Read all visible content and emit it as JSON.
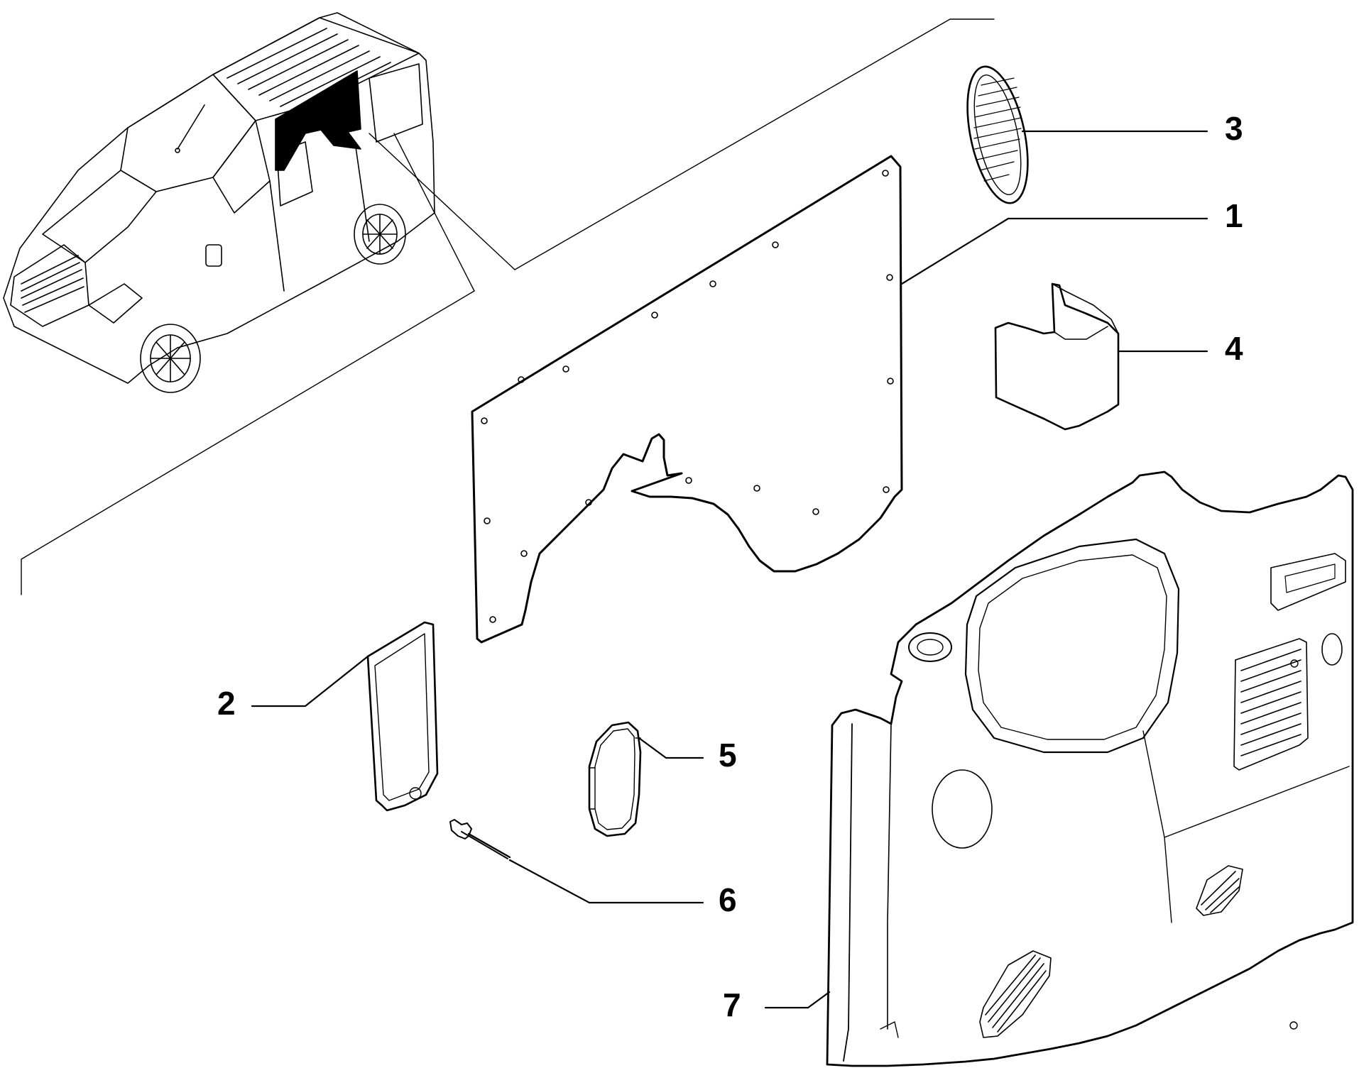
{
  "diagram": {
    "type": "exploded-parts-diagram",
    "line_color": "#000000",
    "background": "#ffffff",
    "callouts": [
      {
        "id": "1",
        "label": "1"
      },
      {
        "id": "2",
        "label": "2"
      },
      {
        "id": "3",
        "label": "3"
      },
      {
        "id": "4",
        "label": "4"
      },
      {
        "id": "5",
        "label": "5"
      },
      {
        "id": "6",
        "label": "6"
      },
      {
        "id": "7",
        "label": "7"
      }
    ]
  }
}
